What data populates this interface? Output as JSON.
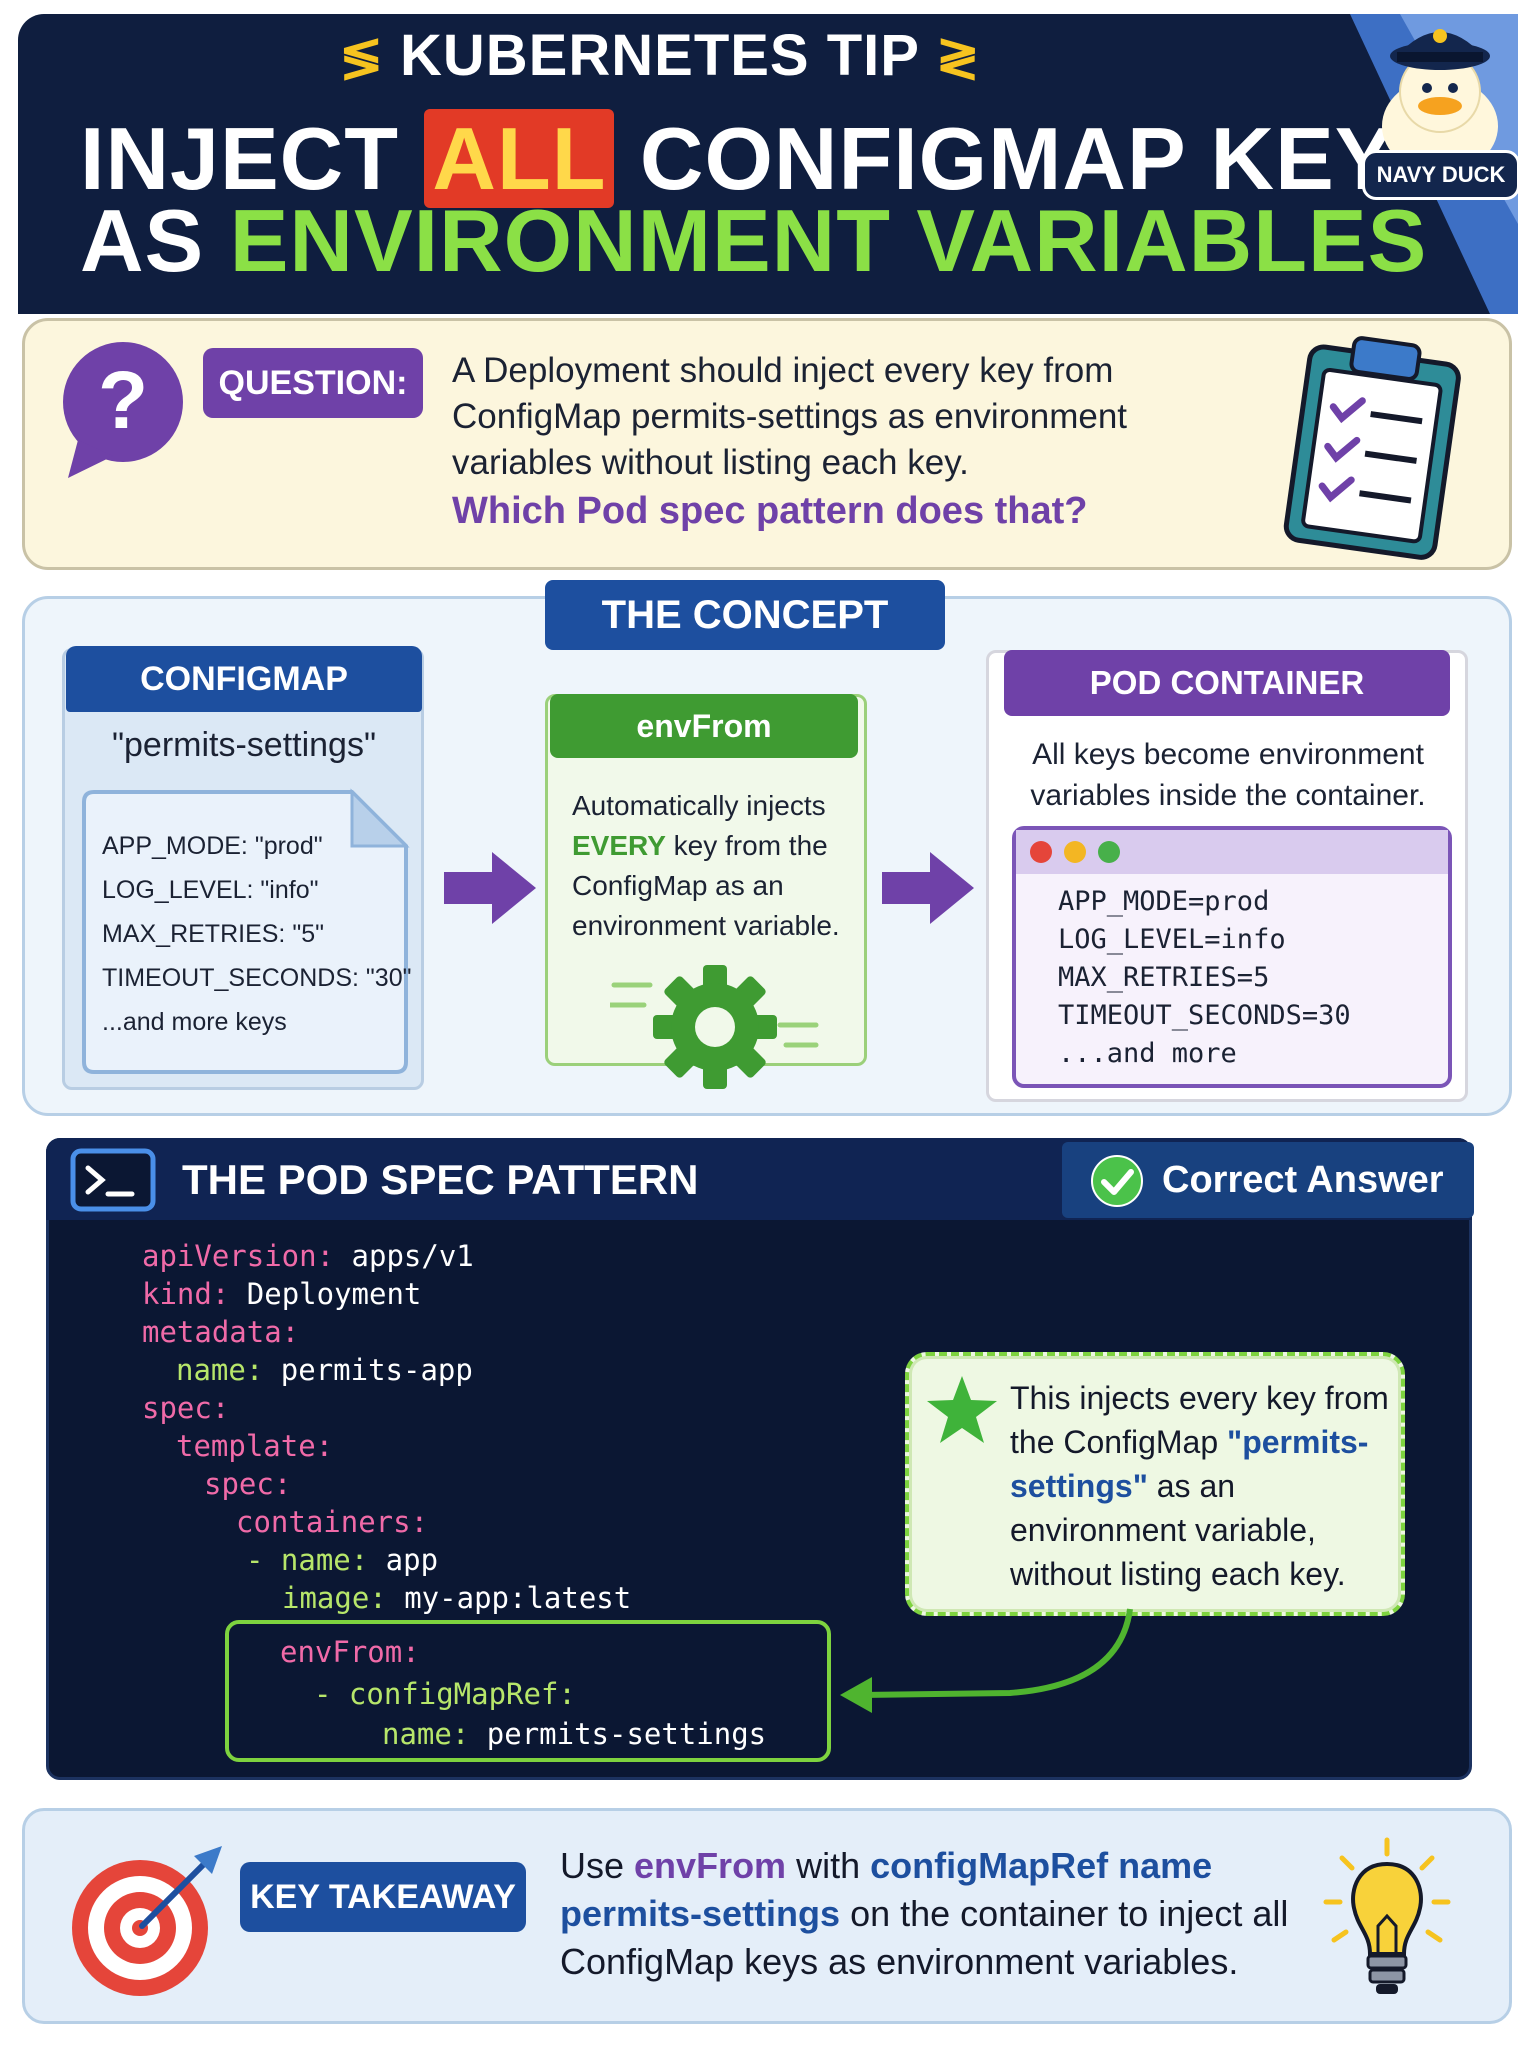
{
  "header": {
    "kicker": "KUBERNETES TIP",
    "title_line1_pre": "INJECT ",
    "title_line1_highlight": "ALL",
    "title_line1_post": " CONFIGMAP KEYS",
    "title_line2_pre": "AS ",
    "title_line2_highlight": "ENVIRONMENT VARIABLES",
    "badge": "NAVY DUCK"
  },
  "question": {
    "tag": "QUESTION:",
    "text": "A Deployment should inject every key from ConfigMap permits-settings as environment variables without listing each key.",
    "ask": "Which Pod spec pattern does that?"
  },
  "concept": {
    "tag": "THE CONCEPT",
    "configmap": {
      "title": "CONFIGMAP",
      "name": "\"permits-settings\"",
      "lines": [
        "APP_MODE: \"prod\"",
        "LOG_LEVEL: \"info\"",
        "MAX_RETRIES: \"5\"",
        "TIMEOUT_SECONDS: \"30\"",
        "...and more keys"
      ]
    },
    "envfrom": {
      "title": "envFrom",
      "text_pre": "Automatically injects ",
      "text_em": "EVERY",
      "text_post": " key from the ConfigMap as an environment variable."
    },
    "pod": {
      "title": "POD CONTAINER",
      "desc": "All keys become environment variables inside the container.",
      "lines": [
        "APP_MODE=prod",
        "LOG_LEVEL=info",
        "MAX_RETRIES=5",
        "TIMEOUT_SECONDS=30",
        "...and more"
      ]
    }
  },
  "spec": {
    "title": "THE POD SPEC PATTERN",
    "correct": "Correct Answer",
    "code": [
      {
        "key": "apiVersion:",
        "val": " apps/v1",
        "kc": "k"
      },
      {
        "key": "kind:",
        "val": " Deployment",
        "kc": "k"
      },
      {
        "key": "metadata:",
        "val": "",
        "kc": "k"
      },
      {
        "key": "name:",
        "val": " permits-app",
        "kc": "g"
      },
      {
        "key": "spec:",
        "val": "",
        "kc": "k"
      },
      {
        "key": "template:",
        "val": "",
        "kc": "k"
      },
      {
        "key": "spec:",
        "val": "",
        "kc": "k"
      },
      {
        "key": "containers:",
        "val": "",
        "kc": "k"
      },
      {
        "key": "- name:",
        "val": " app",
        "kc": "g"
      },
      {
        "key": "image:",
        "val": " my-app:latest",
        "kc": "g"
      },
      {
        "key": "envFrom:",
        "val": "",
        "kc": "k"
      },
      {
        "key": "- configMapRef:",
        "val": "",
        "kc": "g"
      },
      {
        "key": "name:",
        "val": " permits-settings",
        "kc": "g"
      }
    ],
    "note_pre": "This injects every key from the ConfigMap ",
    "note_em": "\"permits-settings\"",
    "note_post": " as an environment variable, without listing each key."
  },
  "takeaway": {
    "tag": "KEY TAKEAWAY",
    "t1": "Use ",
    "t2": "envFrom",
    "t3": " with ",
    "t4": "configMapRef name permits-settings",
    "t5": " on the container to inject all ConfigMap keys as environment variables."
  },
  "colors": {
    "navy": "#0f1e3f",
    "blue": "#1d4f9f",
    "purple": "#6f41a8",
    "green": "#3f9b32",
    "lime": "#7ed33f",
    "pink": "#f06aa8",
    "yellow": "#f6c31f"
  }
}
